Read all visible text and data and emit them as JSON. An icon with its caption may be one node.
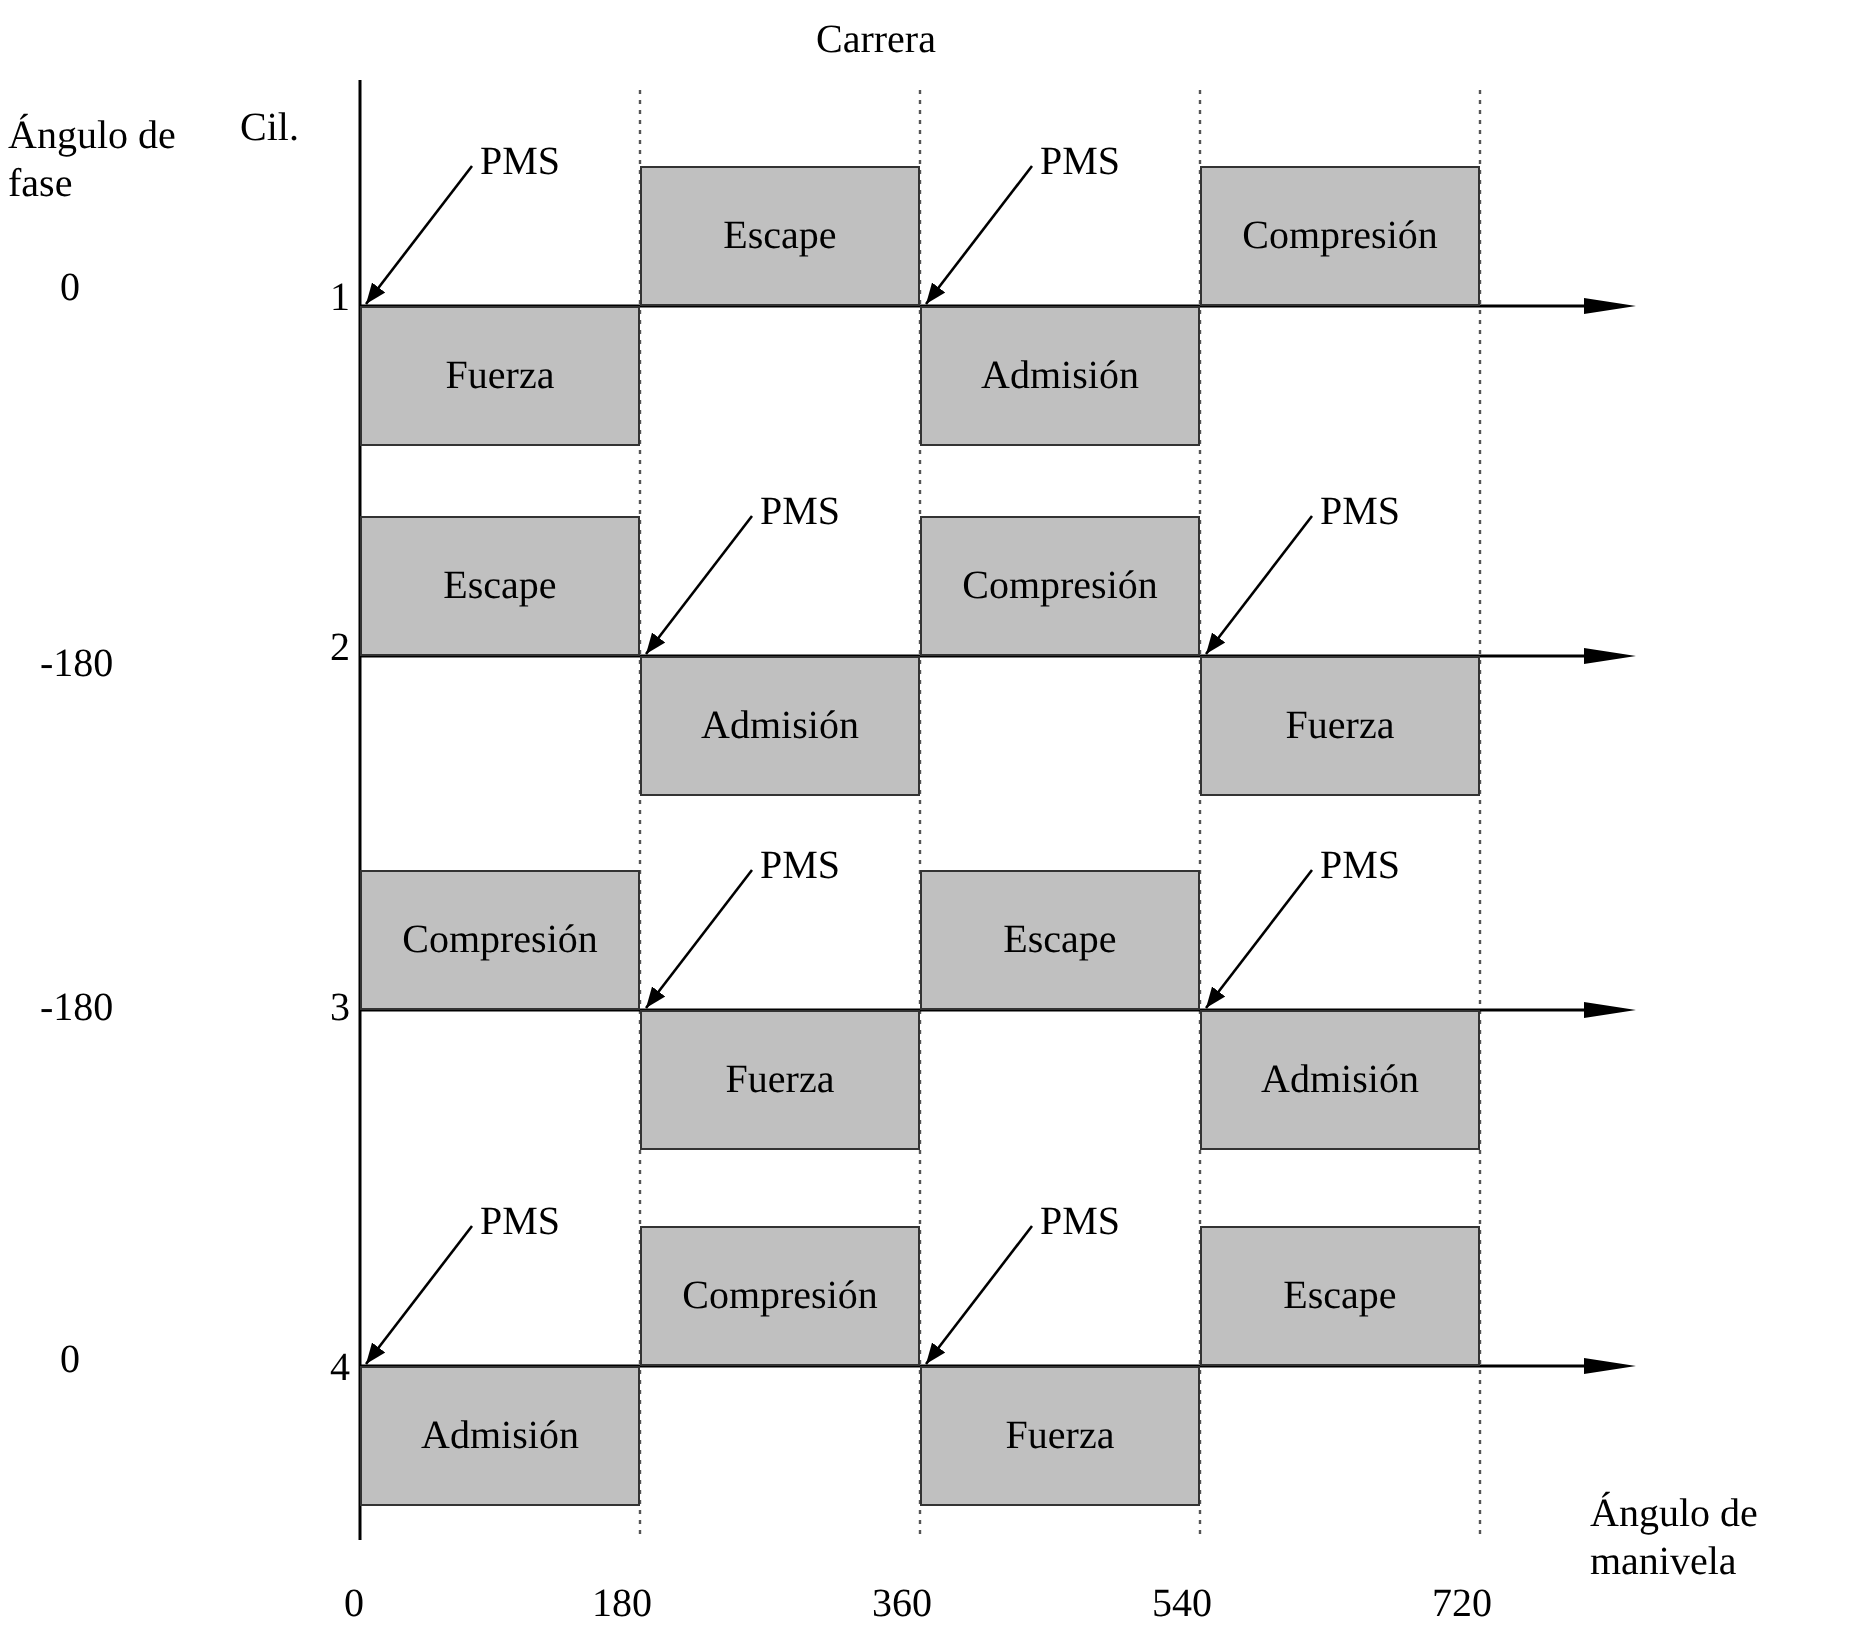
{
  "diagram": {
    "title": "Carrera",
    "nodes": [
      {
        "text": [
          "PMS"
        ]
      },
      {
        "text": [
          "Escape"
        ]
      },
      {
        "text": [
          "PMS"
        ]
      },
      {
        "text": [
          "Compresión"
        ]
      },
      {
        "text": [
          "Fuerza"
        ]
      },
      {
        "text": [
          "Admisión"
        ]
      },
      {
        "text": [
          "Escape"
        ]
      },
      {
        "text": [
          "PMS"
        ]
      },
      {
        "text": [
          "Compresión"
        ]
      },
      {
        "text": [
          "PMS"
        ]
      },
      {
        "text": [
          "Admisión"
        ]
      },
      {
        "text": [
          "Fuerza"
        ]
      },
      {
        "text": [
          "Compresión"
        ]
      },
      {
        "text": [
          "PMS"
        ]
      },
      {
        "text": [
          "Escape"
        ]
      },
      {
        "text": [
          "PMS"
        ]
      },
      {
        "text": [
          "Fuerza"
        ]
      },
      {
        "text": [
          "Admisión"
        ]
      },
      {
        "text": [
          "PMS"
        ]
      },
      {
        "text": [
          "Compresión"
        ]
      },
      {
        "text": [
          "PMS"
        ]
      },
      {
        "text": [
          "Escape"
        ]
      },
      {
        "text": [
          "Admisión"
        ]
      },
      {
        "text": [
          "Fuerza"
        ]
      },
      {
        "text": [],
        "shape": "line"
      },
      {
        "text": [],
        "shape": "line"
      },
      {
        "text": [],
        "shape": "line"
      },
      {
        "text": [],
        "shape": "line"
      }
    ],
    "edges": [
      {
        "from": 0,
        "to": 24,
        "arrow": "to"
      },
      {
        "from": 2,
        "to": 24,
        "arrow": "to"
      },
      {
        "from": 7,
        "to": 25,
        "arrow": "to"
      },
      {
        "from": 9,
        "to": 25,
        "arrow": "to"
      },
      {
        "from": 13,
        "to": 26,
        "arrow": "to"
      },
      {
        "from": 15,
        "to": 26,
        "arrow": "to"
      },
      {
        "from": 18,
        "to": 27,
        "arrow": "to"
      },
      {
        "from": 20,
        "to": 27,
        "arrow": "to"
      }
    ],
    "labels": [
      "Ángulo de fase",
      "Cil.",
      "0",
      "1",
      "-180",
      "2",
      "-180",
      "3",
      "0",
      "4",
      "Ángulo de manivela",
      "0",
      "180",
      "360",
      "540",
      "720"
    ]
  }
}
